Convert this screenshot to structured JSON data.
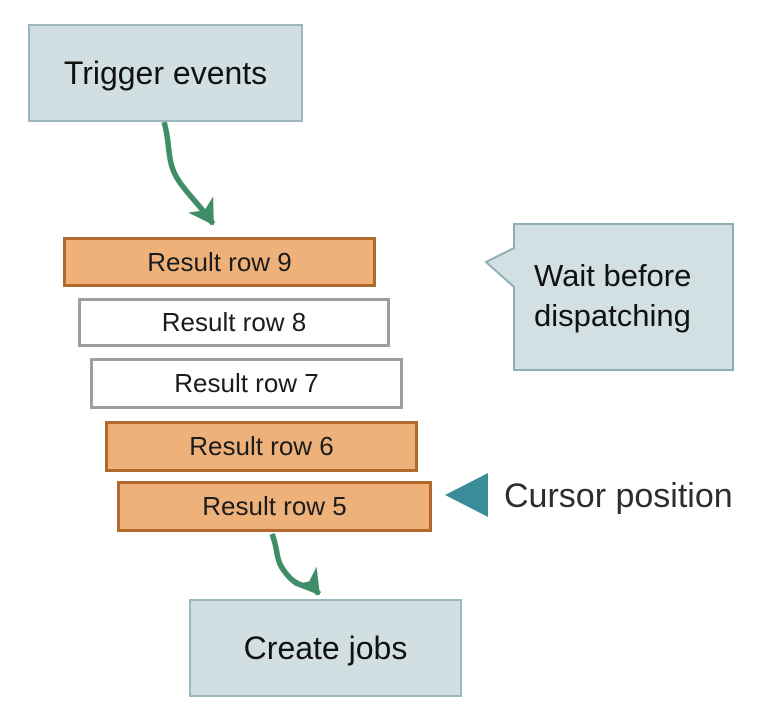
{
  "diagram": {
    "title_hint": "trigger-dispatch flow",
    "trigger_box": {
      "label": "Trigger events"
    },
    "result_rows": [
      {
        "label": "Result row 9",
        "state": "highlighted"
      },
      {
        "label": "Result row 8",
        "state": "normal"
      },
      {
        "label": "Result row 7",
        "state": "normal"
      },
      {
        "label": "Result row 6",
        "state": "highlighted"
      },
      {
        "label": "Result row 5",
        "state": "highlighted"
      }
    ],
    "callout": {
      "line1": "Wait before",
      "line2": "dispatching",
      "points_to": "Result row 9"
    },
    "cursor_annotation": {
      "label": "Cursor position",
      "points_to": "Result row 5"
    },
    "create_box": {
      "label": "Create jobs"
    }
  },
  "colors": {
    "node_fill": "#d1dfe3",
    "node_border": "#9db7be",
    "callout_fill": "#d2dfe3",
    "callout_border": "#8fadb5",
    "row_highlight_fill": "#eeb179",
    "row_highlight_border": "#b16a2b",
    "row_normal_fill": "#ffffff",
    "row_normal_border": "#9e9e9e",
    "arrow": "#3f8e69",
    "cursor_triangle": "#3a8c98",
    "text_dark": "#1c1c1c"
  }
}
